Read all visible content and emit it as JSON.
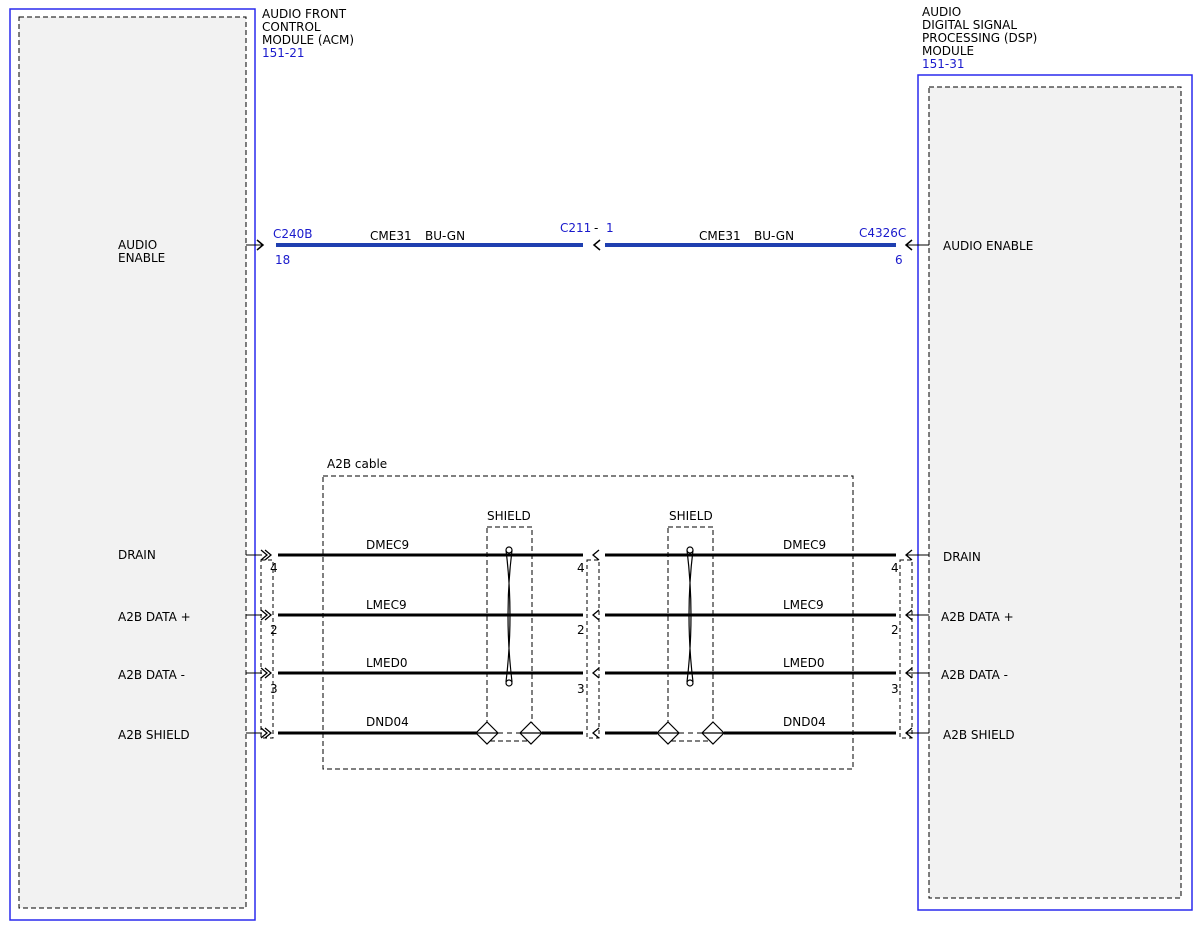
{
  "modules": {
    "acm": {
      "name_lines": [
        "AUDIO FRONT",
        "CONTROL",
        "MODULE (ACM)"
      ],
      "ref": "151-21"
    },
    "dsp": {
      "name_lines": [
        "AUDIO",
        "DIGITAL SIGNAL",
        "PROCESSING (DSP)",
        "MODULE"
      ],
      "ref": "151-31"
    }
  },
  "colors": {
    "module_border": "#2a2aee",
    "connector_text": "#1a1acc",
    "wire_blue": "#1f3fb0",
    "module_fill": "#f2f2f2"
  },
  "audio_enable": {
    "left_label_lines": [
      "AUDIO",
      "ENABLE"
    ],
    "right_label": "AUDIO ENABLE",
    "left_connector": "C240B",
    "left_pin": "18",
    "mid_connector": "C211",
    "mid_sep": "-",
    "mid_pin": "1",
    "right_connector": "C4326C",
    "right_pin": "6",
    "circuit_left": "CME31",
    "color_left": "BU-GN",
    "circuit_right": "CME31",
    "color_right": "BU-GN"
  },
  "a2b_cable_label": "A2B cable",
  "shield_labels": [
    "SHIELD",
    "SHIELD"
  ],
  "signals": [
    {
      "left_label": "DRAIN",
      "right_label": "DRAIN",
      "circuit_left": "DMEC9",
      "circuit_right": "DMEC9",
      "pin_left": "4",
      "pin_mid": "4",
      "pin_right": "4"
    },
    {
      "left_label": "A2B DATA +",
      "right_label": "A2B DATA +",
      "circuit_left": "LMEC9",
      "circuit_right": "LMEC9",
      "pin_left": "2",
      "pin_mid": "2",
      "pin_right": "2"
    },
    {
      "left_label": "A2B DATA -",
      "right_label": "A2B DATA -",
      "circuit_left": "LMED0",
      "circuit_right": "LMED0",
      "pin_left": "3",
      "pin_mid": "3",
      "pin_right": "3"
    },
    {
      "left_label": "A2B SHIELD",
      "right_label": "A2B SHIELD",
      "circuit_left": "DND04",
      "circuit_right": "DND04"
    }
  ]
}
